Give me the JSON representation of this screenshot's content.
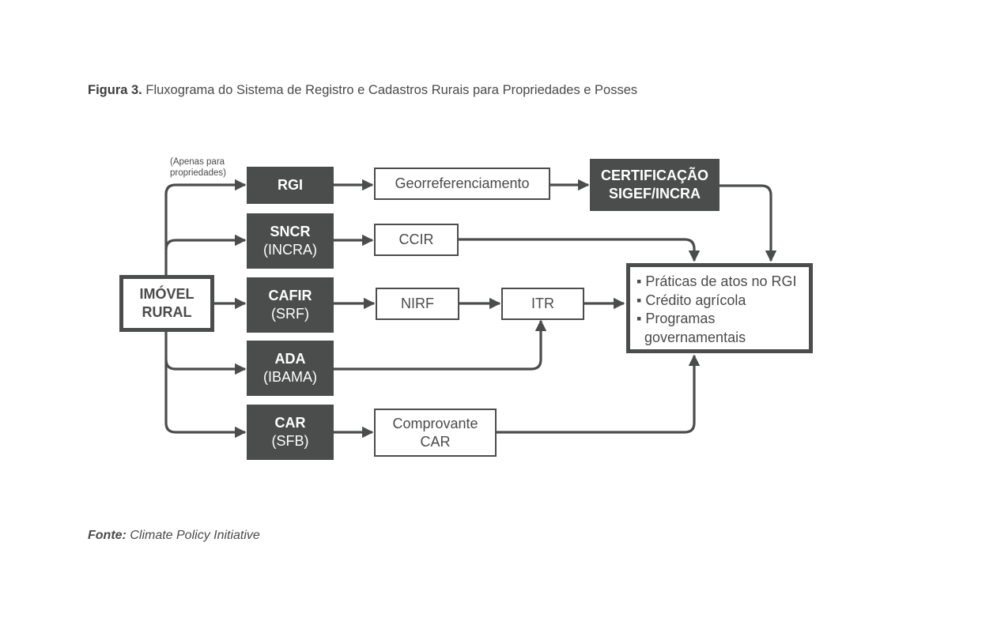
{
  "caption": {
    "label": "Figura 3.",
    "text": "Fluxograma do Sistema de Registro e Cadastros Rurais para Propriedades e Posses"
  },
  "source": {
    "label": "Fonte:",
    "text": "Climate Policy Initiative"
  },
  "diagram": {
    "origin": {
      "line1": "IMÓVEL",
      "line2": "RURAL"
    },
    "note": {
      "line1": "(Apenas para",
      "line2": "propriedades)"
    },
    "registries": [
      {
        "line1": "RGI",
        "line2": ""
      },
      {
        "line1": "SNCR",
        "line2": "(INCRA)"
      },
      {
        "line1": "CAFIR",
        "line2": "(SRF)"
      },
      {
        "line1": "ADA",
        "line2": "(IBAMA)"
      },
      {
        "line1": "CAR",
        "line2": "(SFB)"
      }
    ],
    "documents": {
      "georef": "Georreferenciamento",
      "ccir": "CCIR",
      "nirf": "NIRF",
      "itr": "ITR",
      "comprovante_line1": "Comprovante",
      "comprovante_line2": "CAR"
    },
    "certification": {
      "line1": "CERTIFICAÇÃO",
      "line2": "SIGEF/INCRA"
    },
    "outcomes": [
      "▪ Práticas de atos no RGI",
      "▪ Crédito agrícola",
      "▪ Programas",
      "  governamentais"
    ]
  },
  "colors": {
    "dark": "#4b4c4c",
    "text": "#4a4a4a",
    "background": "#ffffff"
  }
}
